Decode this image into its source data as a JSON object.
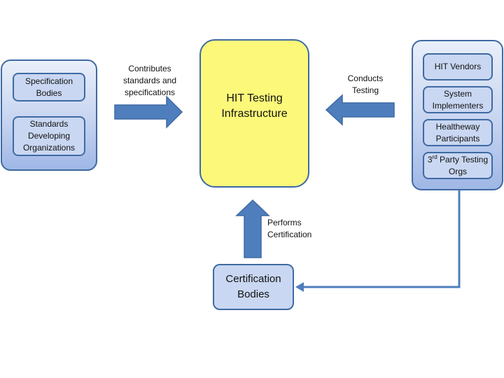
{
  "left_group": {
    "items": [
      "Specification Bodies",
      "Standards Developing Organizations"
    ]
  },
  "center": {
    "title": "HIT Testing Infrastructure"
  },
  "right_group": {
    "items": [
      "HIT Vendors",
      "System Implementers",
      "Healtheway Participants"
    ],
    "third_party": {
      "prefix": "3",
      "sup": "rd",
      "rest": " Party Testing Orgs"
    }
  },
  "bottom": {
    "title": "Certification Bodies"
  },
  "labels": {
    "contributes": "Contributes standards and specifications",
    "conducts": "Conducts Testing",
    "performs": "Performs Certification"
  },
  "colors": {
    "arrow_fill": "#4f7ebd",
    "arrow_stroke": "#3f6aa3",
    "center_fill": "#fcf87a",
    "box_fill": "#c9d7f2"
  }
}
